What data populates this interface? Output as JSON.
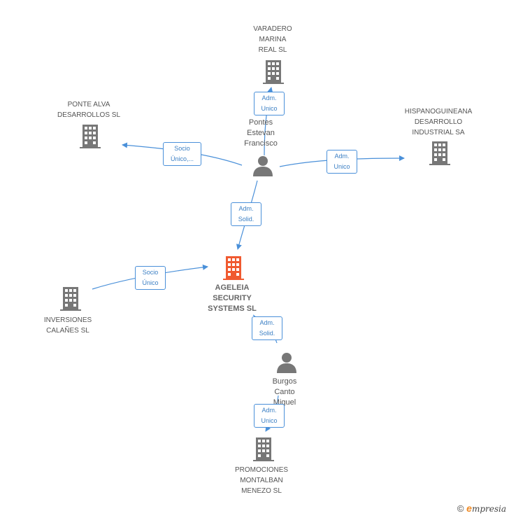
{
  "colors": {
    "edge": "#4a90d9",
    "building": "#777777",
    "main_building": "#f05a30",
    "person": "#777777"
  },
  "nodes": {
    "varadero": {
      "label": "VARADERO\nMARINA\nREAL SL",
      "icon": "building-icon"
    },
    "ponte_alva": {
      "label": "PONTE ALVA\nDESARROLLOS SL",
      "icon": "building-icon"
    },
    "hispanoguineana": {
      "label": "HISPANOGUINEANA\nDESARROLLO\nINDUSTRIAL SA",
      "icon": "building-icon"
    },
    "pontes": {
      "label": "Pontes\nEstevan\nFrancisco",
      "icon": "person-icon"
    },
    "ageleia": {
      "label": "AGELEIA\nSECURITY\nSYSTEMS SL",
      "icon": "building-icon"
    },
    "inversiones": {
      "label": "INVERSIONES\nCALAÑES SL",
      "icon": "building-icon"
    },
    "burgos": {
      "label": "Burgos\nCanto\nMiguel",
      "icon": "person-icon"
    },
    "promociones": {
      "label": "PROMOCIONES\nMONTALBAN\nMENEZO SL",
      "icon": "building-icon"
    }
  },
  "edges": {
    "pontes_varadero": "Adm.\nUnico",
    "pontes_ponte_alva": "Socio\nÚnico,...",
    "pontes_hispano": "Adm.\nUnico",
    "pontes_ageleia": "Adm.\nSolid.",
    "inversiones_ageleia": "Socio\nÚnico",
    "burgos_ageleia": "Adm.\nSolid.",
    "burgos_promociones": "Adm.\nUnico"
  },
  "footer": {
    "copyright": "©",
    "brand_initial": "e",
    "brand_rest": "mpresia"
  }
}
